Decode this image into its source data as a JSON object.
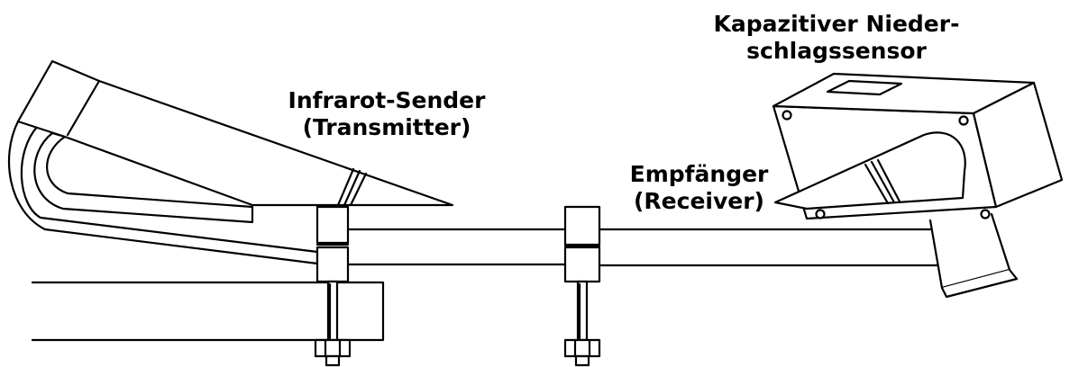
{
  "labels": {
    "transmitter_line1": "Infrarot-Sender",
    "transmitter_line2": "(Transmitter)",
    "receiver_line1": "Empfänger",
    "receiver_line2": "(Receiver)",
    "sensor_line1": "Kapazitiver Nieder-",
    "sensor_line2": "schlagssensor"
  },
  "colors": {
    "stroke": "#000000",
    "background": "#ffffff"
  }
}
